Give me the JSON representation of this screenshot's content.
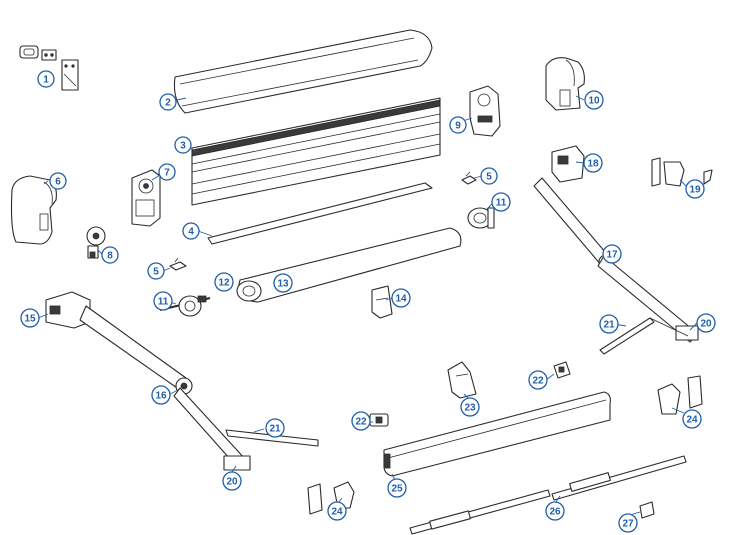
{
  "diagram": {
    "accent_color": "#1f5fa8",
    "line_color": "#2b2b2b",
    "callouts": [
      {
        "id": "c1",
        "label": "1"
      },
      {
        "id": "c2",
        "label": "2"
      },
      {
        "id": "c3",
        "label": "3"
      },
      {
        "id": "c4",
        "label": "4"
      },
      {
        "id": "c5a",
        "label": "5"
      },
      {
        "id": "c5b",
        "label": "5"
      },
      {
        "id": "c6",
        "label": "6"
      },
      {
        "id": "c7",
        "label": "7"
      },
      {
        "id": "c8",
        "label": "8"
      },
      {
        "id": "c9",
        "label": "9"
      },
      {
        "id": "c10",
        "label": "10"
      },
      {
        "id": "c11a",
        "label": "11"
      },
      {
        "id": "c11b",
        "label": "11"
      },
      {
        "id": "c12",
        "label": "12"
      },
      {
        "id": "c13",
        "label": "13"
      },
      {
        "id": "c14",
        "label": "14"
      },
      {
        "id": "c15",
        "label": "15"
      },
      {
        "id": "c16",
        "label": "16"
      },
      {
        "id": "c17",
        "label": "17"
      },
      {
        "id": "c18",
        "label": "18"
      },
      {
        "id": "c19",
        "label": "19"
      },
      {
        "id": "c20a",
        "label": "20"
      },
      {
        "id": "c20b",
        "label": "20"
      },
      {
        "id": "c21a",
        "label": "21"
      },
      {
        "id": "c21b",
        "label": "21"
      },
      {
        "id": "c22a",
        "label": "22"
      },
      {
        "id": "c22b",
        "label": "22"
      },
      {
        "id": "c23",
        "label": "23"
      },
      {
        "id": "c24a",
        "label": "24"
      },
      {
        "id": "c24b",
        "label": "24"
      },
      {
        "id": "c25",
        "label": "25"
      },
      {
        "id": "c26",
        "label": "26"
      },
      {
        "id": "c27",
        "label": "27"
      }
    ]
  }
}
